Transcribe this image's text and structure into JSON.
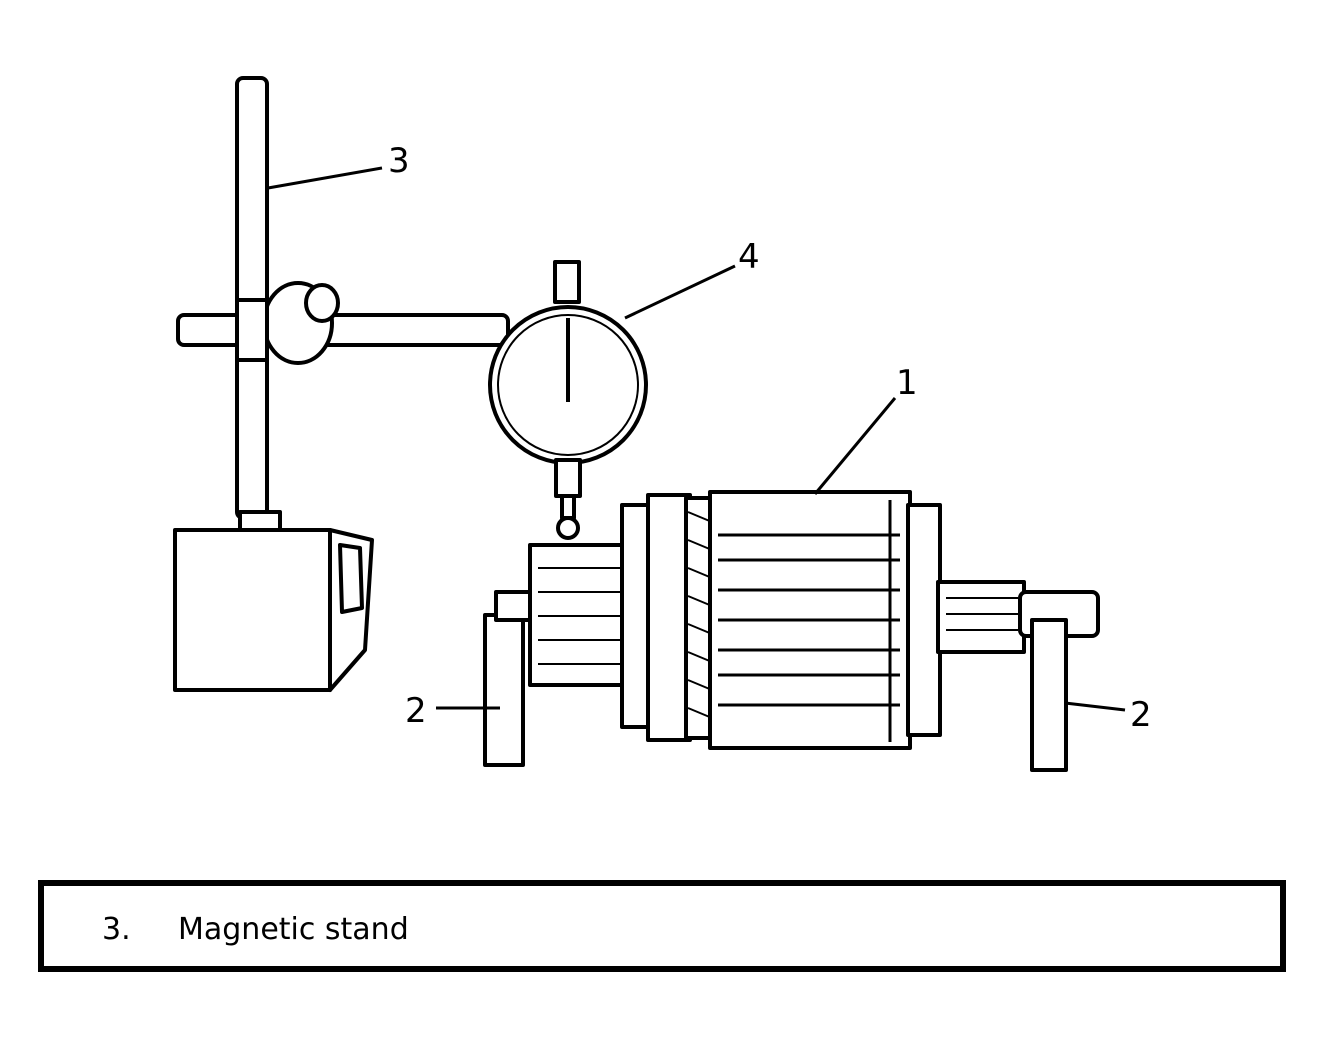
{
  "figure": {
    "callouts": [
      {
        "id": "callout-1",
        "number": "1"
      },
      {
        "id": "callout-2-left",
        "number": "2"
      },
      {
        "id": "callout-2-right",
        "number": "2"
      },
      {
        "id": "callout-3",
        "number": "3"
      },
      {
        "id": "callout-4",
        "number": "4"
      }
    ]
  },
  "legend": {
    "item_number": "3.",
    "item_label": "Magnetic stand"
  }
}
